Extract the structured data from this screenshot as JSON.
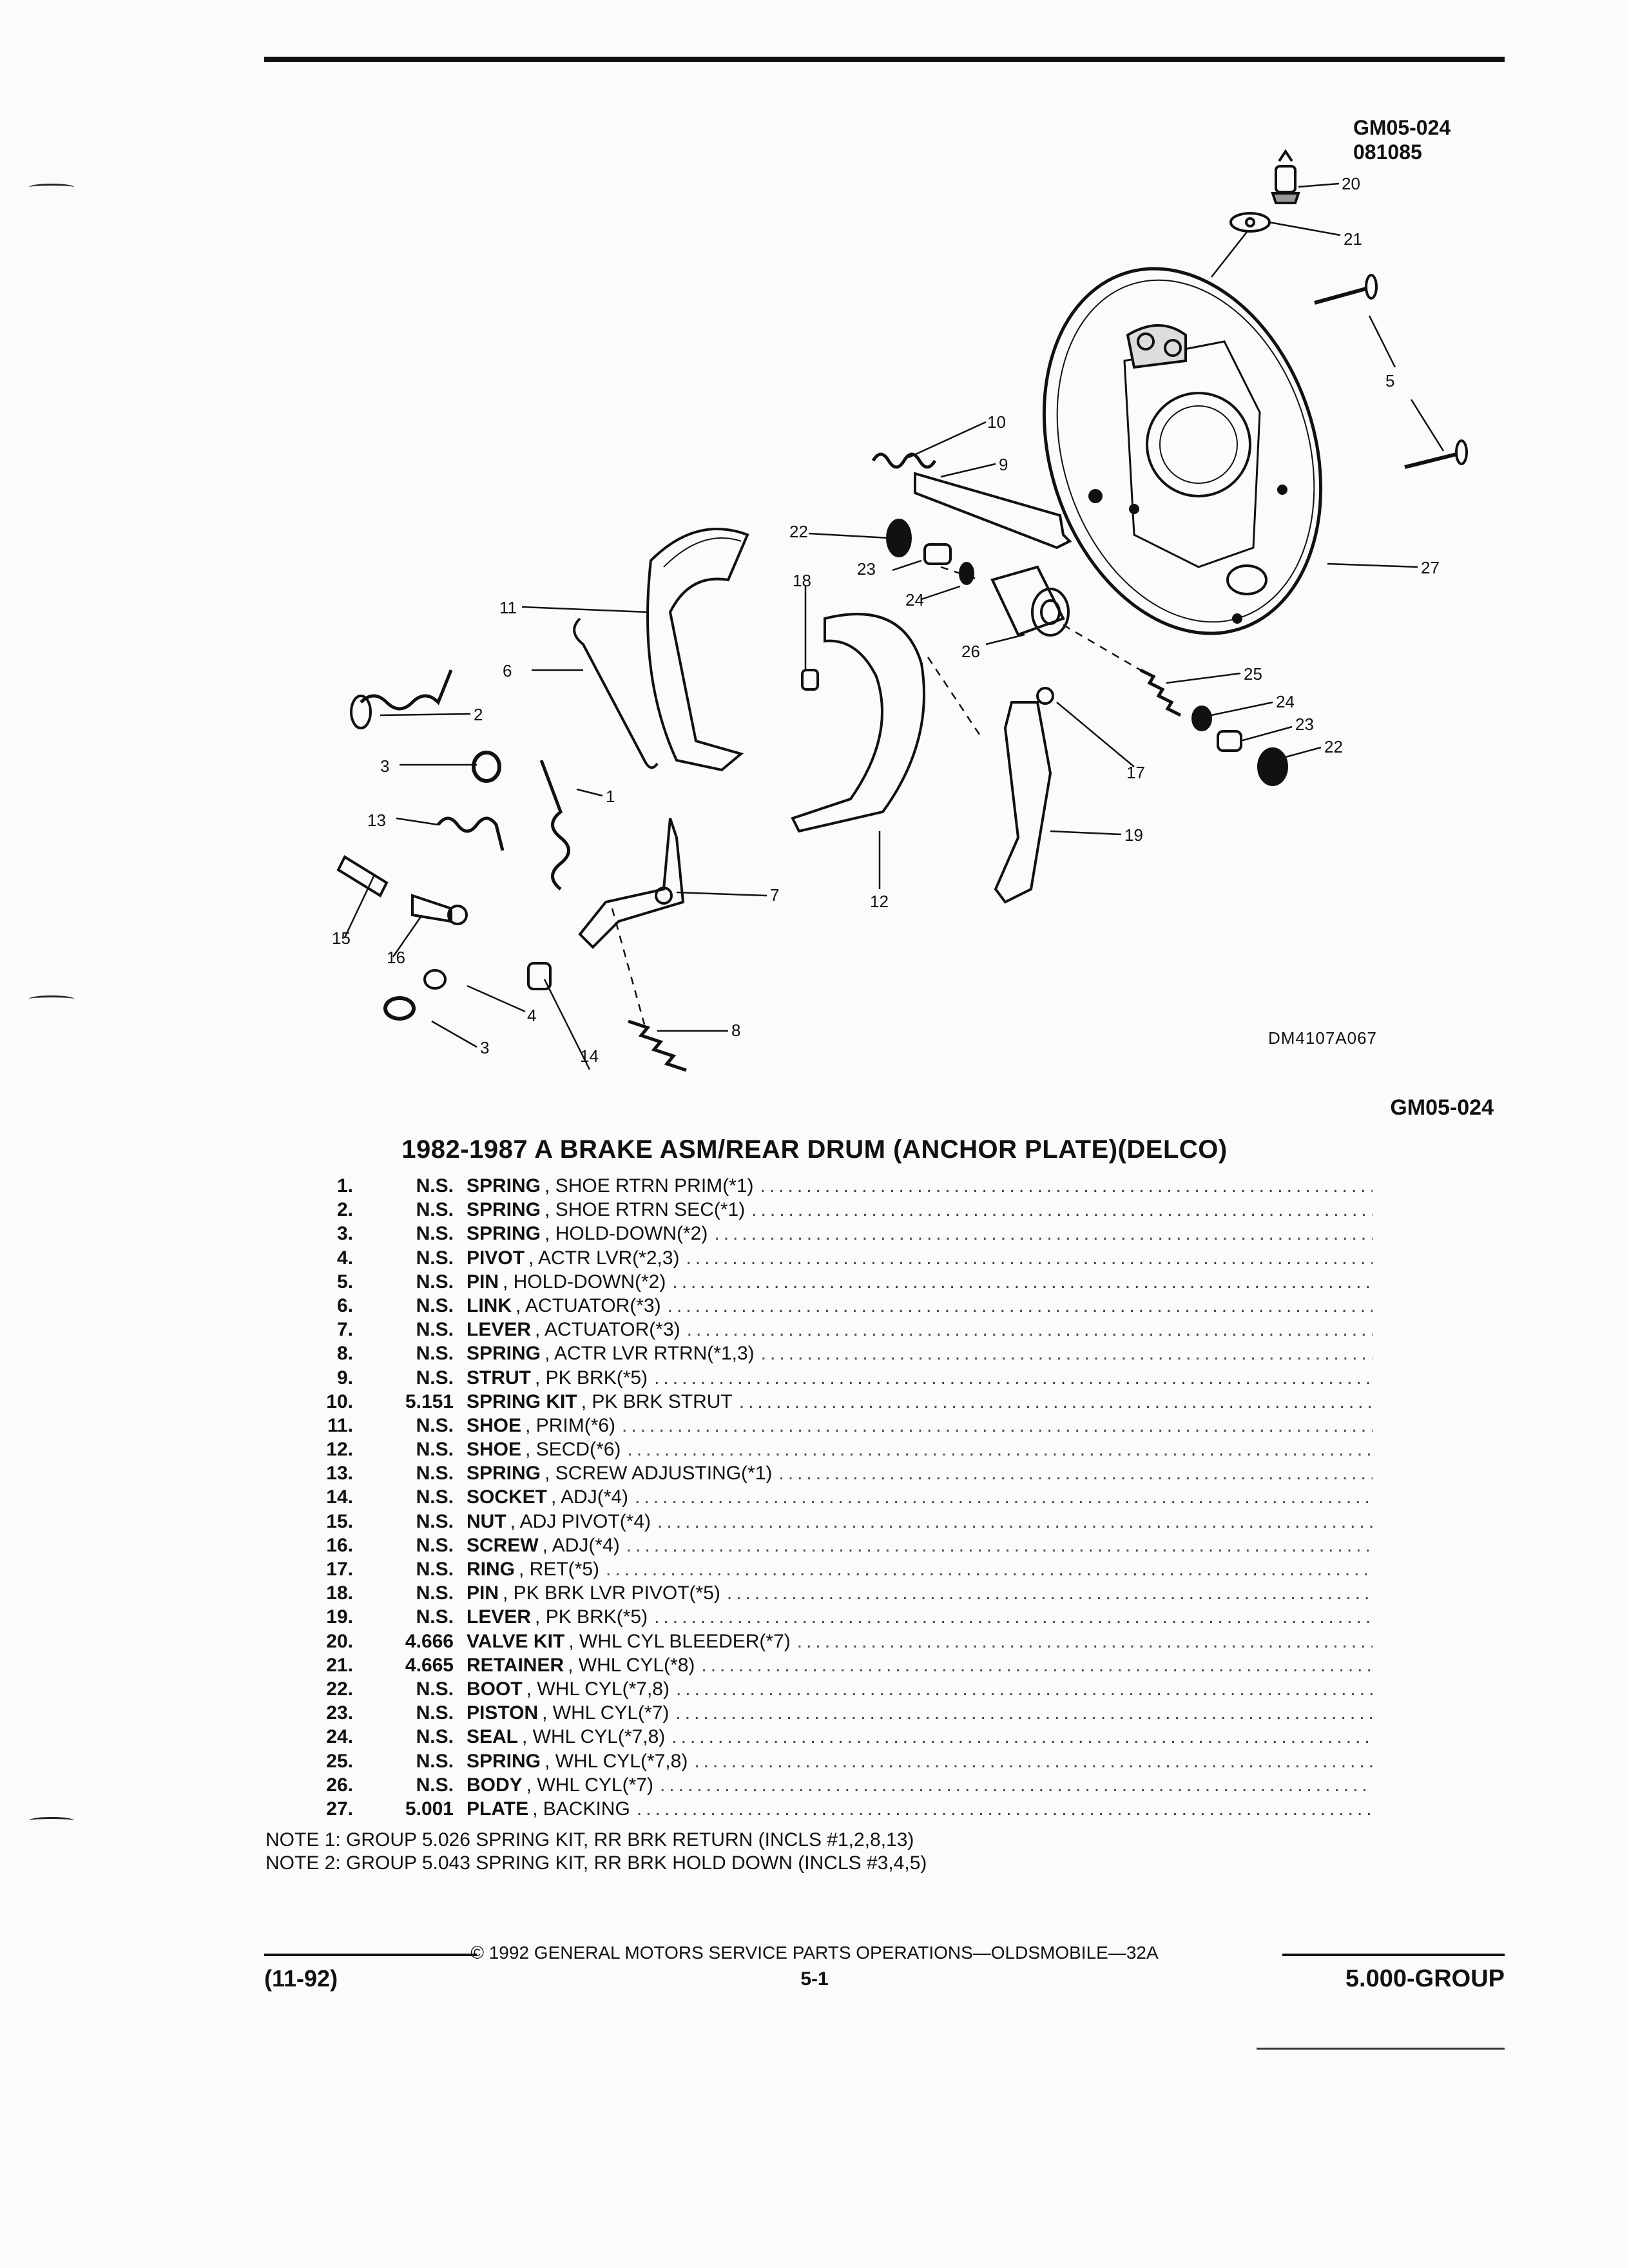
{
  "header": {
    "diagram_code": "GM05-024",
    "diagram_date": "081085",
    "drawing_number": "DM4107A067",
    "group_code": "GM05-024"
  },
  "diagram": {
    "callouts": [
      "20",
      "21",
      "5",
      "10",
      "9",
      "22",
      "23",
      "24",
      "18",
      "11",
      "6",
      "2",
      "3",
      "1",
      "13",
      "7",
      "15",
      "16",
      "4",
      "3",
      "14",
      "8",
      "12",
      "26",
      "25",
      "24",
      "23",
      "22",
      "17",
      "19",
      "27"
    ]
  },
  "title": "1982-1987 A BRAKE ASM/REAR DRUM (ANCHOR PLATE)(DELCO)",
  "parts": [
    {
      "num": "1.",
      "group": "N.S.",
      "name": "SPRING",
      "desc": ", SHOE RTRN PRIM(*1)"
    },
    {
      "num": "2.",
      "group": "N.S.",
      "name": "SPRING",
      "desc": ", SHOE RTRN SEC(*1)"
    },
    {
      "num": "3.",
      "group": "N.S.",
      "name": "SPRING",
      "desc": ", HOLD-DOWN(*2)"
    },
    {
      "num": "4.",
      "group": "N.S.",
      "name": "PIVOT",
      "desc": ", ACTR LVR(*2,3)"
    },
    {
      "num": "5.",
      "group": "N.S.",
      "name": "PIN",
      "desc": ", HOLD-DOWN(*2)"
    },
    {
      "num": "6.",
      "group": "N.S.",
      "name": "LINK",
      "desc": ", ACTUATOR(*3)"
    },
    {
      "num": "7.",
      "group": "N.S.",
      "name": "LEVER",
      "desc": ", ACTUATOR(*3)"
    },
    {
      "num": "8.",
      "group": "N.S.",
      "name": "SPRING",
      "desc": ", ACTR LVR RTRN(*1,3)"
    },
    {
      "num": "9.",
      "group": "N.S.",
      "name": "STRUT",
      "desc": ", PK BRK(*5)"
    },
    {
      "num": "10.",
      "group": "5.151",
      "name": "SPRING KIT",
      "desc": ", PK BRK STRUT"
    },
    {
      "num": "11.",
      "group": "N.S.",
      "name": "SHOE",
      "desc": ", PRIM(*6)"
    },
    {
      "num": "12.",
      "group": "N.S.",
      "name": "SHOE",
      "desc": ", SECD(*6)"
    },
    {
      "num": "13.",
      "group": "N.S.",
      "name": "SPRING",
      "desc": ", SCREW ADJUSTING(*1)"
    },
    {
      "num": "14.",
      "group": "N.S.",
      "name": "SOCKET",
      "desc": ", ADJ(*4)"
    },
    {
      "num": "15.",
      "group": "N.S.",
      "name": "NUT",
      "desc": ", ADJ PIVOT(*4)"
    },
    {
      "num": "16.",
      "group": "N.S.",
      "name": "SCREW",
      "desc": ", ADJ(*4)"
    },
    {
      "num": "17.",
      "group": "N.S.",
      "name": "RING",
      "desc": ", RET(*5)"
    },
    {
      "num": "18.",
      "group": "N.S.",
      "name": "PIN",
      "desc": ", PK BRK LVR PIVOT(*5)"
    },
    {
      "num": "19.",
      "group": "N.S.",
      "name": "LEVER",
      "desc": ", PK BRK(*5)"
    },
    {
      "num": "20.",
      "group": "4.666",
      "name": "VALVE KIT",
      "desc": ", WHL CYL BLEEDER(*7)"
    },
    {
      "num": "21.",
      "group": "4.665",
      "name": "RETAINER",
      "desc": ", WHL CYL(*8)"
    },
    {
      "num": "22.",
      "group": "N.S.",
      "name": "BOOT",
      "desc": ", WHL CYL(*7,8)"
    },
    {
      "num": "23.",
      "group": "N.S.",
      "name": "PISTON",
      "desc": ", WHL CYL(*7)"
    },
    {
      "num": "24.",
      "group": "N.S.",
      "name": "SEAL",
      "desc": ", WHL CYL(*7,8)"
    },
    {
      "num": "25.",
      "group": "N.S.",
      "name": "SPRING",
      "desc": ", WHL CYL(*7,8)"
    },
    {
      "num": "26.",
      "group": "N.S.",
      "name": "BODY",
      "desc": ", WHL CYL(*7)"
    },
    {
      "num": "27.",
      "group": "5.001",
      "name": "PLATE",
      "desc": ", BACKING"
    }
  ],
  "notes": [
    "NOTE  1:  GROUP 5.026 SPRING KIT, RR BRK RETURN (INCLS #1,2,8,13)",
    "NOTE  2:  GROUP 5.043 SPRING KIT, RR BRK HOLD DOWN (INCLS #3,4,5)"
  ],
  "footer": {
    "copyright": "©  1992  GENERAL MOTORS SERVICE PARTS OPERATIONS—OLDSMOBILE—32A",
    "date_code": "(11-92)",
    "page": "5-1",
    "group": "5.000-GROUP"
  }
}
